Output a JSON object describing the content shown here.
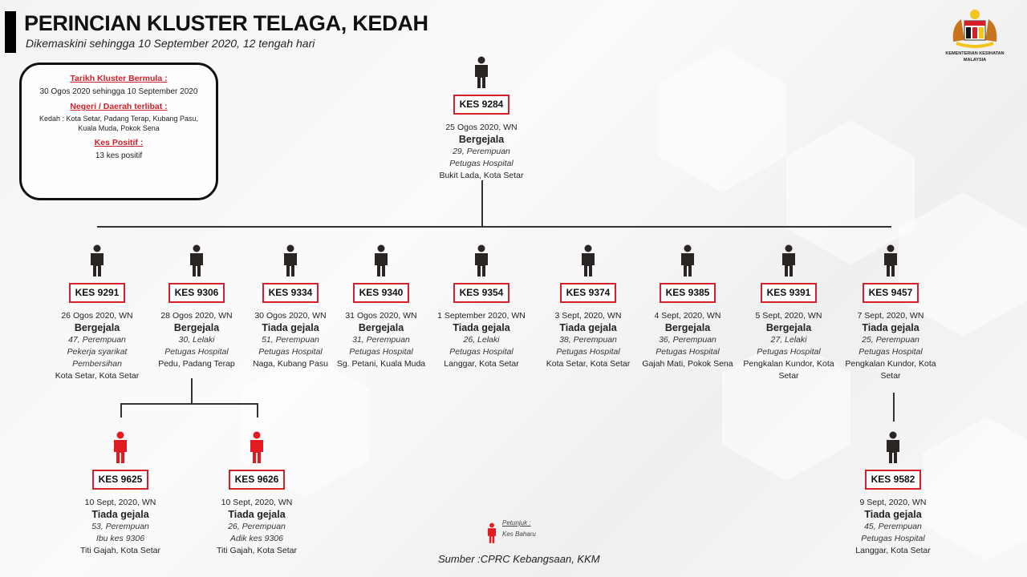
{
  "header": {
    "title": "PERINCIAN KLUSTER TELAGA, KEDAH",
    "subtitle": "Dikemaskini sehingga 10 September 2020, 12 tengah hari"
  },
  "logo": {
    "text": "KEMENTERIAN KESIHATAN MALAYSIA"
  },
  "info": {
    "start_label": "Tarikh Kluster Bermula :",
    "start_value": "30 Ogos 2020 sehingga 10 September 2020",
    "area_label": "Negeri / Daerah terlibat :",
    "area_value": "Kedah : Kota Setar, Padang Terap, Kubang Pasu, Kuala Muda, Pokok Sena",
    "positive_label": "Kes Positif :",
    "positive_value": "13 kes positif"
  },
  "colors": {
    "existing": "#2a2422",
    "new": "#e01b22",
    "box_border": "#d42129"
  },
  "nodes": [
    {
      "kes": "KES 9284",
      "date": "25 Ogos 2020, WN",
      "status": "Bergejala",
      "age": "29, Perempuan",
      "role": "Petugas Hospital",
      "loc": "Bukit Lada, Kota Setar",
      "new": false
    },
    {
      "kes": "KES 9291",
      "date": "26 Ogos 2020, WN",
      "status": "Bergejala",
      "age": "47, Perempuan",
      "role": "Pekerja syarikat Pembersihan",
      "loc": "Kota Setar, Kota Setar",
      "new": false
    },
    {
      "kes": "KES 9306",
      "date": "28 Ogos 2020, WN",
      "status": "Bergejala",
      "age": "30, Lelaki",
      "role": "Petugas Hospital",
      "loc": "Pedu, Padang Terap",
      "new": false
    },
    {
      "kes": "KES 9334",
      "date": "30 Ogos 2020, WN",
      "status": "Tiada gejala",
      "age": "51, Perempuan",
      "role": "Petugas Hospital",
      "loc": "Naga, Kubang Pasu",
      "new": false
    },
    {
      "kes": "KES 9340",
      "date": "31 Ogos 2020, WN",
      "status": "Bergejala",
      "age": "31, Perempuan",
      "role": "Petugas Hospital",
      "loc": "Sg. Petani, Kuala Muda",
      "new": false
    },
    {
      "kes": "KES 9354",
      "date": "1 September 2020, WN",
      "status": "Tiada gejala",
      "age": "26, Lelaki",
      "role": "Petugas Hospital",
      "loc": "Langgar, Kota Setar",
      "new": false
    },
    {
      "kes": "KES 9374",
      "date": "3 Sept, 2020, WN",
      "status": "Tiada gejala",
      "age": "38, Perempuan",
      "role": "Petugas Hospital",
      "loc": "Kota Setar, Kota Setar",
      "new": false
    },
    {
      "kes": "KES 9385",
      "date": "4 Sept, 2020, WN",
      "status": "Bergejala",
      "age": "36, Perempuan",
      "role": "Petugas Hospital",
      "loc": "Gajah Mati, Pokok Sena",
      "new": false
    },
    {
      "kes": "KES 9391",
      "date": "5 Sept, 2020, WN",
      "status": "Bergejala",
      "age": "27, Lelaki",
      "role": "Petugas Hospital",
      "loc": "Pengkalan Kundor, Kota Setar",
      "new": false
    },
    {
      "kes": "KES 9457",
      "date": "7 Sept, 2020, WN",
      "status": "Tiada gejala",
      "age": "25, Perempuan",
      "role": "Petugas Hospital",
      "loc": "Pengkalan Kundor, Kota Setar",
      "new": false
    },
    {
      "kes": "KES 9625",
      "date": "10 Sept, 2020, WN",
      "status": "Tiada gejala",
      "age": "53, Perempuan",
      "role": "Ibu kes 9306",
      "loc": "Titi Gajah, Kota Setar",
      "new": true
    },
    {
      "kes": "KES 9626",
      "date": "10 Sept, 2020, WN",
      "status": "Tiada gejala",
      "age": "26, Perempuan",
      "role": "Adik kes 9306",
      "loc": "Titi Gajah, Kota Setar",
      "new": true
    },
    {
      "kes": "KES 9582",
      "date": "9 Sept, 2020, WN",
      "status": "Tiada gejala",
      "age": "45, Perempuan",
      "role": "Petugas Hospital",
      "loc": "Langgar, Kota Setar",
      "new": false
    }
  ],
  "legend": {
    "title": "Petunjuk :",
    "label": "Kes Baharu"
  },
  "source": "Sumber :CPRC Kebangsaan,  KKM"
}
